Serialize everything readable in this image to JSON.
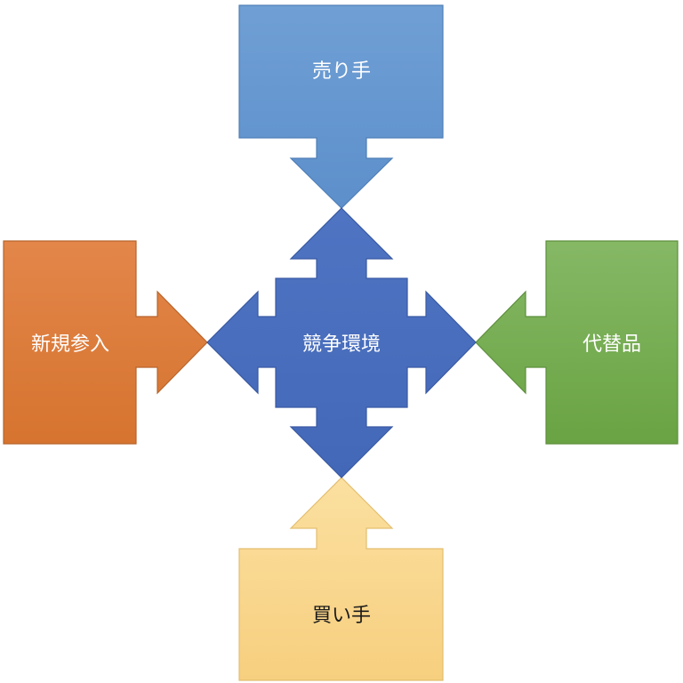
{
  "diagram": {
    "center": {
      "label": "競争環境",
      "color": "#4a6fbd"
    },
    "top": {
      "label": "売り手",
      "color": "#6b9bd0"
    },
    "left": {
      "label": "新規参入",
      "color": "#e07e3f"
    },
    "right": {
      "label": "代替品",
      "color": "#78ad55"
    },
    "bottom": {
      "label": "買い手",
      "color": "#f8d488"
    }
  }
}
